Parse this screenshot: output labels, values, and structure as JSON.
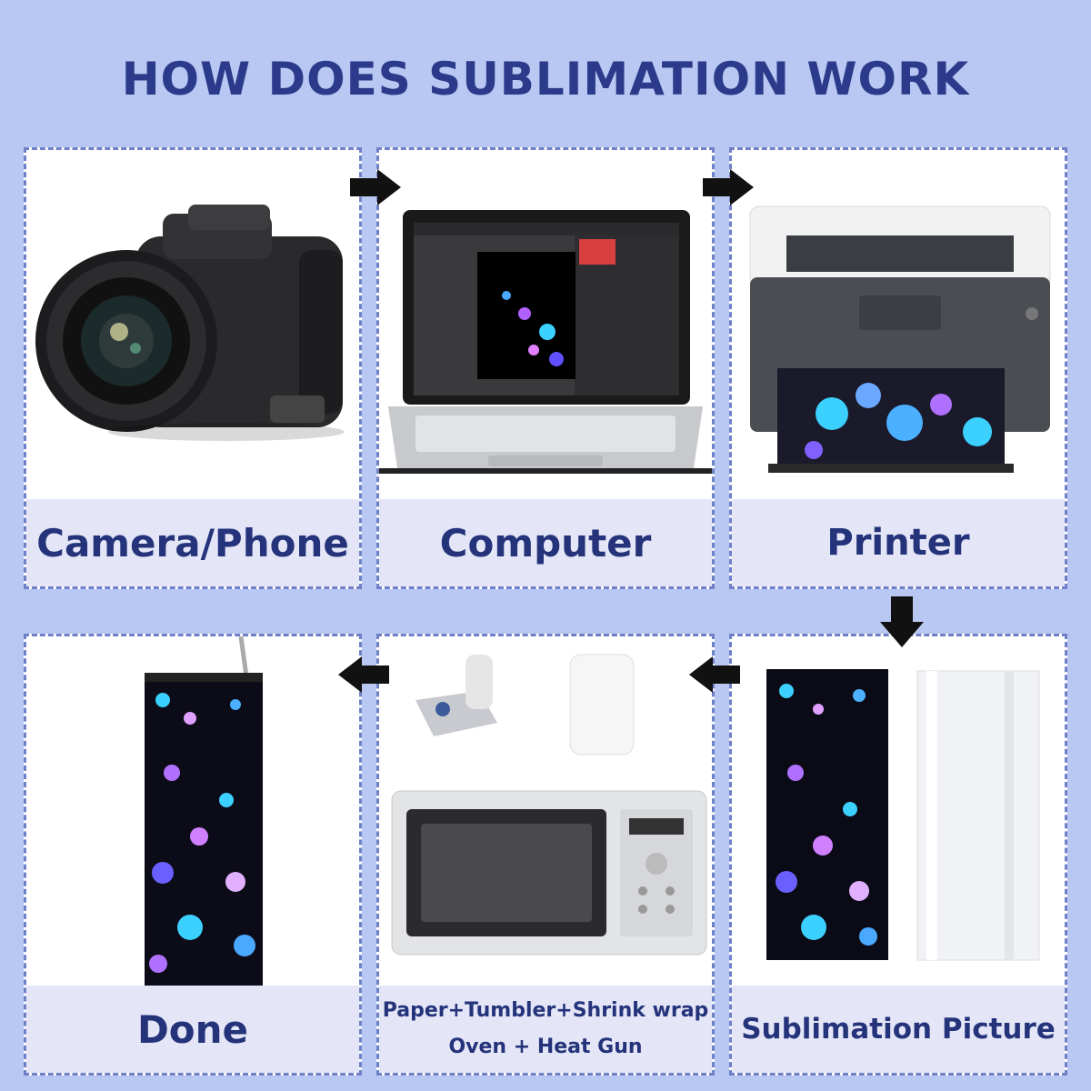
{
  "title": "HOW DOES SUBLIMATION WORK",
  "steps": [
    {
      "label": "Camera/Phone"
    },
    {
      "label": "Computer"
    },
    {
      "label": "Printer"
    },
    {
      "label": "Sublimation Picture"
    },
    {
      "line1": "Paper+Tumbler+Shrink wrap",
      "line2": "Oven + Heat Gun"
    },
    {
      "label": "Done"
    }
  ],
  "colors": {
    "background": "#b8c8f2",
    "title": "#2b3a8a",
    "label_bg": "#e4e6f8",
    "border": "#7080c8"
  },
  "icons": [
    "camera-icon",
    "laptop-icon",
    "printer-icon",
    "sublimation-paper-icon",
    "microwave-heat-gun-icon",
    "tumbler-icon"
  ]
}
